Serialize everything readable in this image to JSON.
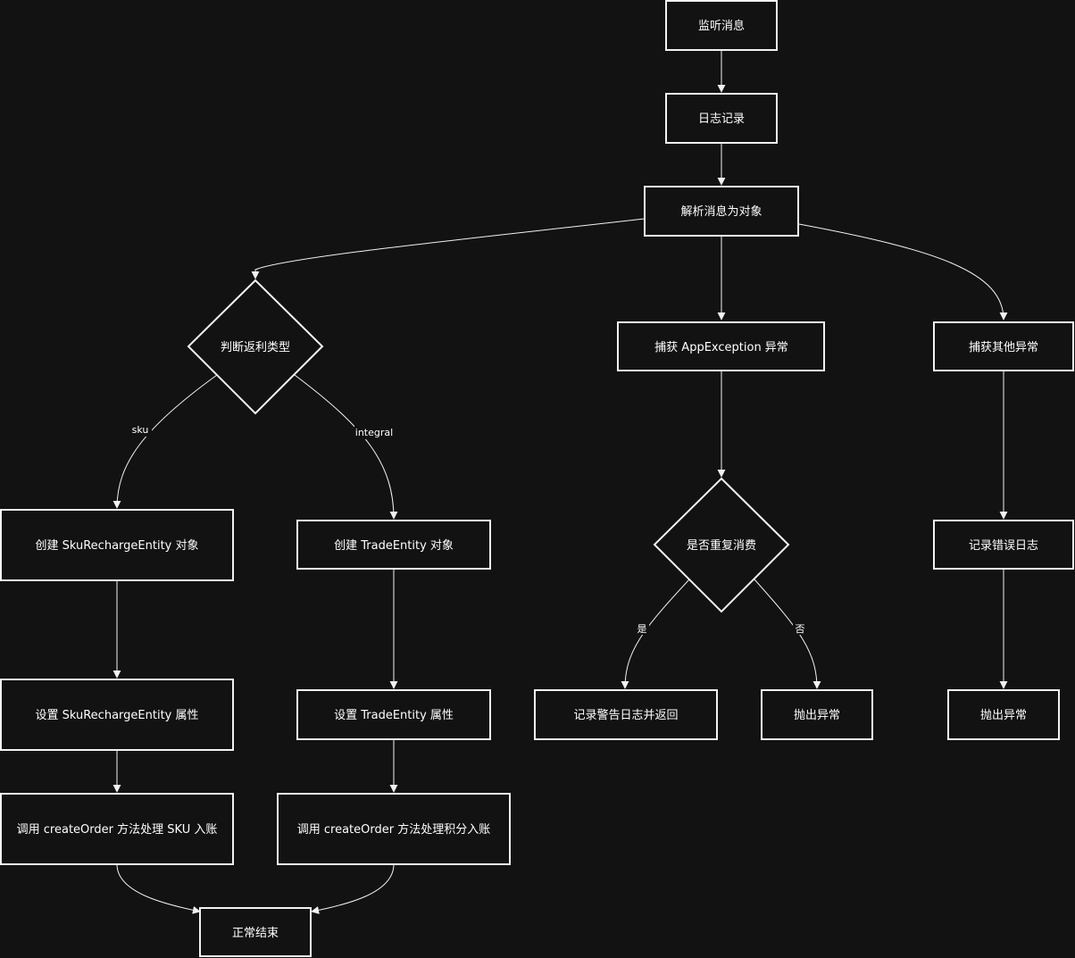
{
  "nodes": {
    "listen": "监听消息",
    "log": "日志记录",
    "parse": "解析消息为对象",
    "judge_type": "判断返利类型",
    "catch_app": "捕获 AppException 异常",
    "catch_other": "捕获其他异常",
    "create_sku": "创建 SkuRechargeEntity 对象",
    "create_trade": "创建 TradeEntity 对象",
    "is_duplicate": "是否重复消费",
    "log_error": "记录错误日志",
    "set_sku": "设置 SkuRechargeEntity 属性",
    "set_trade": "设置 TradeEntity 属性",
    "log_warn_return": "记录警告日志并返回",
    "throw_1": "抛出异常",
    "throw_2": "抛出异常",
    "call_sku": "调用 createOrder 方法处理 SKU 入账",
    "call_integral": "调用 createOrder 方法处理积分入账",
    "normal_end": "正常结束"
  },
  "edge_labels": {
    "sku": "sku",
    "integral": "integral",
    "yes": "是",
    "no": "否"
  },
  "colors": {
    "background": "#121212",
    "stroke": "#f2f2f2",
    "text": "#ffffff"
  }
}
